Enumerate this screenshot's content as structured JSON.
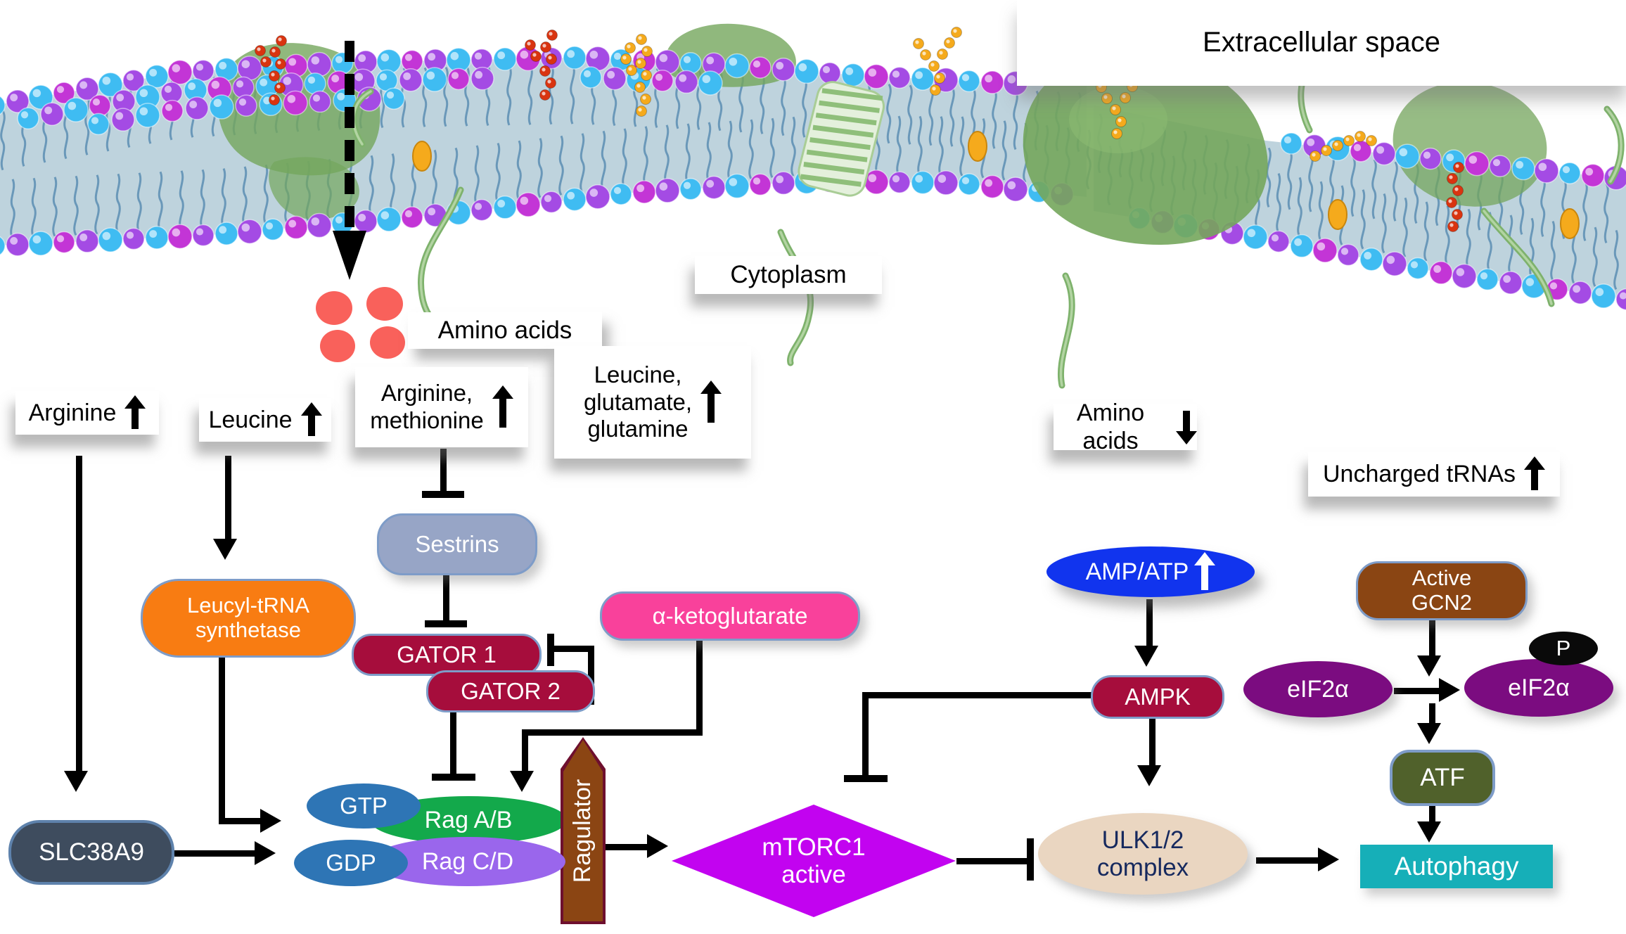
{
  "regions": {
    "extracellular_label": "Extracellular space",
    "cytoplasm_label": "Cytoplasm",
    "amino_acids_label": "Amino acids"
  },
  "signals": {
    "arginine": {
      "label": "Arginine",
      "direction": "up"
    },
    "leucine": {
      "label": "Leucine",
      "direction": "up"
    },
    "arginine_methionine": {
      "label": "Arginine,\nmethionine",
      "direction": "up"
    },
    "leucine_glutamate_glutamine": {
      "label": "Leucine,\nglutamate,\nglutamine",
      "direction": "up"
    },
    "amino_acids_low": {
      "label": "Amino acids",
      "direction": "down"
    },
    "uncharged_trnas": {
      "label": "Uncharged tRNAs",
      "direction": "up"
    }
  },
  "nodes": {
    "sestrins": {
      "label": "Sestrins",
      "color": "#97A5C6"
    },
    "leucyl_trna_synthetase": {
      "label": "Leucyl-tRNA\nsynthetase",
      "color": "#F87C12"
    },
    "gator1": {
      "label": "GATOR 1",
      "color": "#A60D3C"
    },
    "gator2": {
      "label": "GATOR 2",
      "color": "#A60D3C"
    },
    "alpha_ketoglutarate": {
      "label": "α-ketoglutarate",
      "color": "#F9419B"
    },
    "slc38a9": {
      "label": "SLC38A9",
      "color": "#3E4C5E"
    },
    "gtp": {
      "label": "GTP",
      "color": "#2E75B5"
    },
    "gdp": {
      "label": "GDP",
      "color": "#2E75B5"
    },
    "rag_ab": {
      "label": "Rag A/B",
      "color": "#13A94B"
    },
    "rag_cd": {
      "label": "Rag C/D",
      "color": "#9A66EC"
    },
    "ragulator": {
      "label": "Ragulator",
      "color": "#8B4513"
    },
    "mtorc1": {
      "label": "mTORC1\nactive",
      "color": "#C203F0"
    },
    "ulk12": {
      "label": "ULK1/2\ncomplex",
      "color": "#EAD6C1",
      "text_color": "#16295E"
    },
    "autophagy": {
      "label": "Autophagy",
      "color": "#16AFB8"
    },
    "amp_atp": {
      "label": "AMP/ATP",
      "color": "#1134EE",
      "direction": "up"
    },
    "ampk": {
      "label": "AMPK",
      "color": "#A60D3C"
    },
    "eif2a": {
      "label": "eIF2α",
      "color": "#7B0C80"
    },
    "eif2a_p": {
      "label": "eIF2α",
      "color": "#7B0C80"
    },
    "p_badge": {
      "label": "P",
      "color": "#0A0A0A"
    },
    "gcn2": {
      "label": "Active\nGCN2",
      "color": "#8A4513"
    },
    "atf": {
      "label": "ATF",
      "color": "#50612B"
    }
  },
  "membrane": {
    "palette": [
      "#3FBCF2",
      "#A44BE4",
      "#C335D6"
    ],
    "interior": "#B9CFDA",
    "tail_color": "#4E84AC",
    "protein_color": "#74A65C",
    "glycan_yellow": "#F5AA1C",
    "glycan_red": "#D93410",
    "amino_dot_color": "#F9615B"
  }
}
